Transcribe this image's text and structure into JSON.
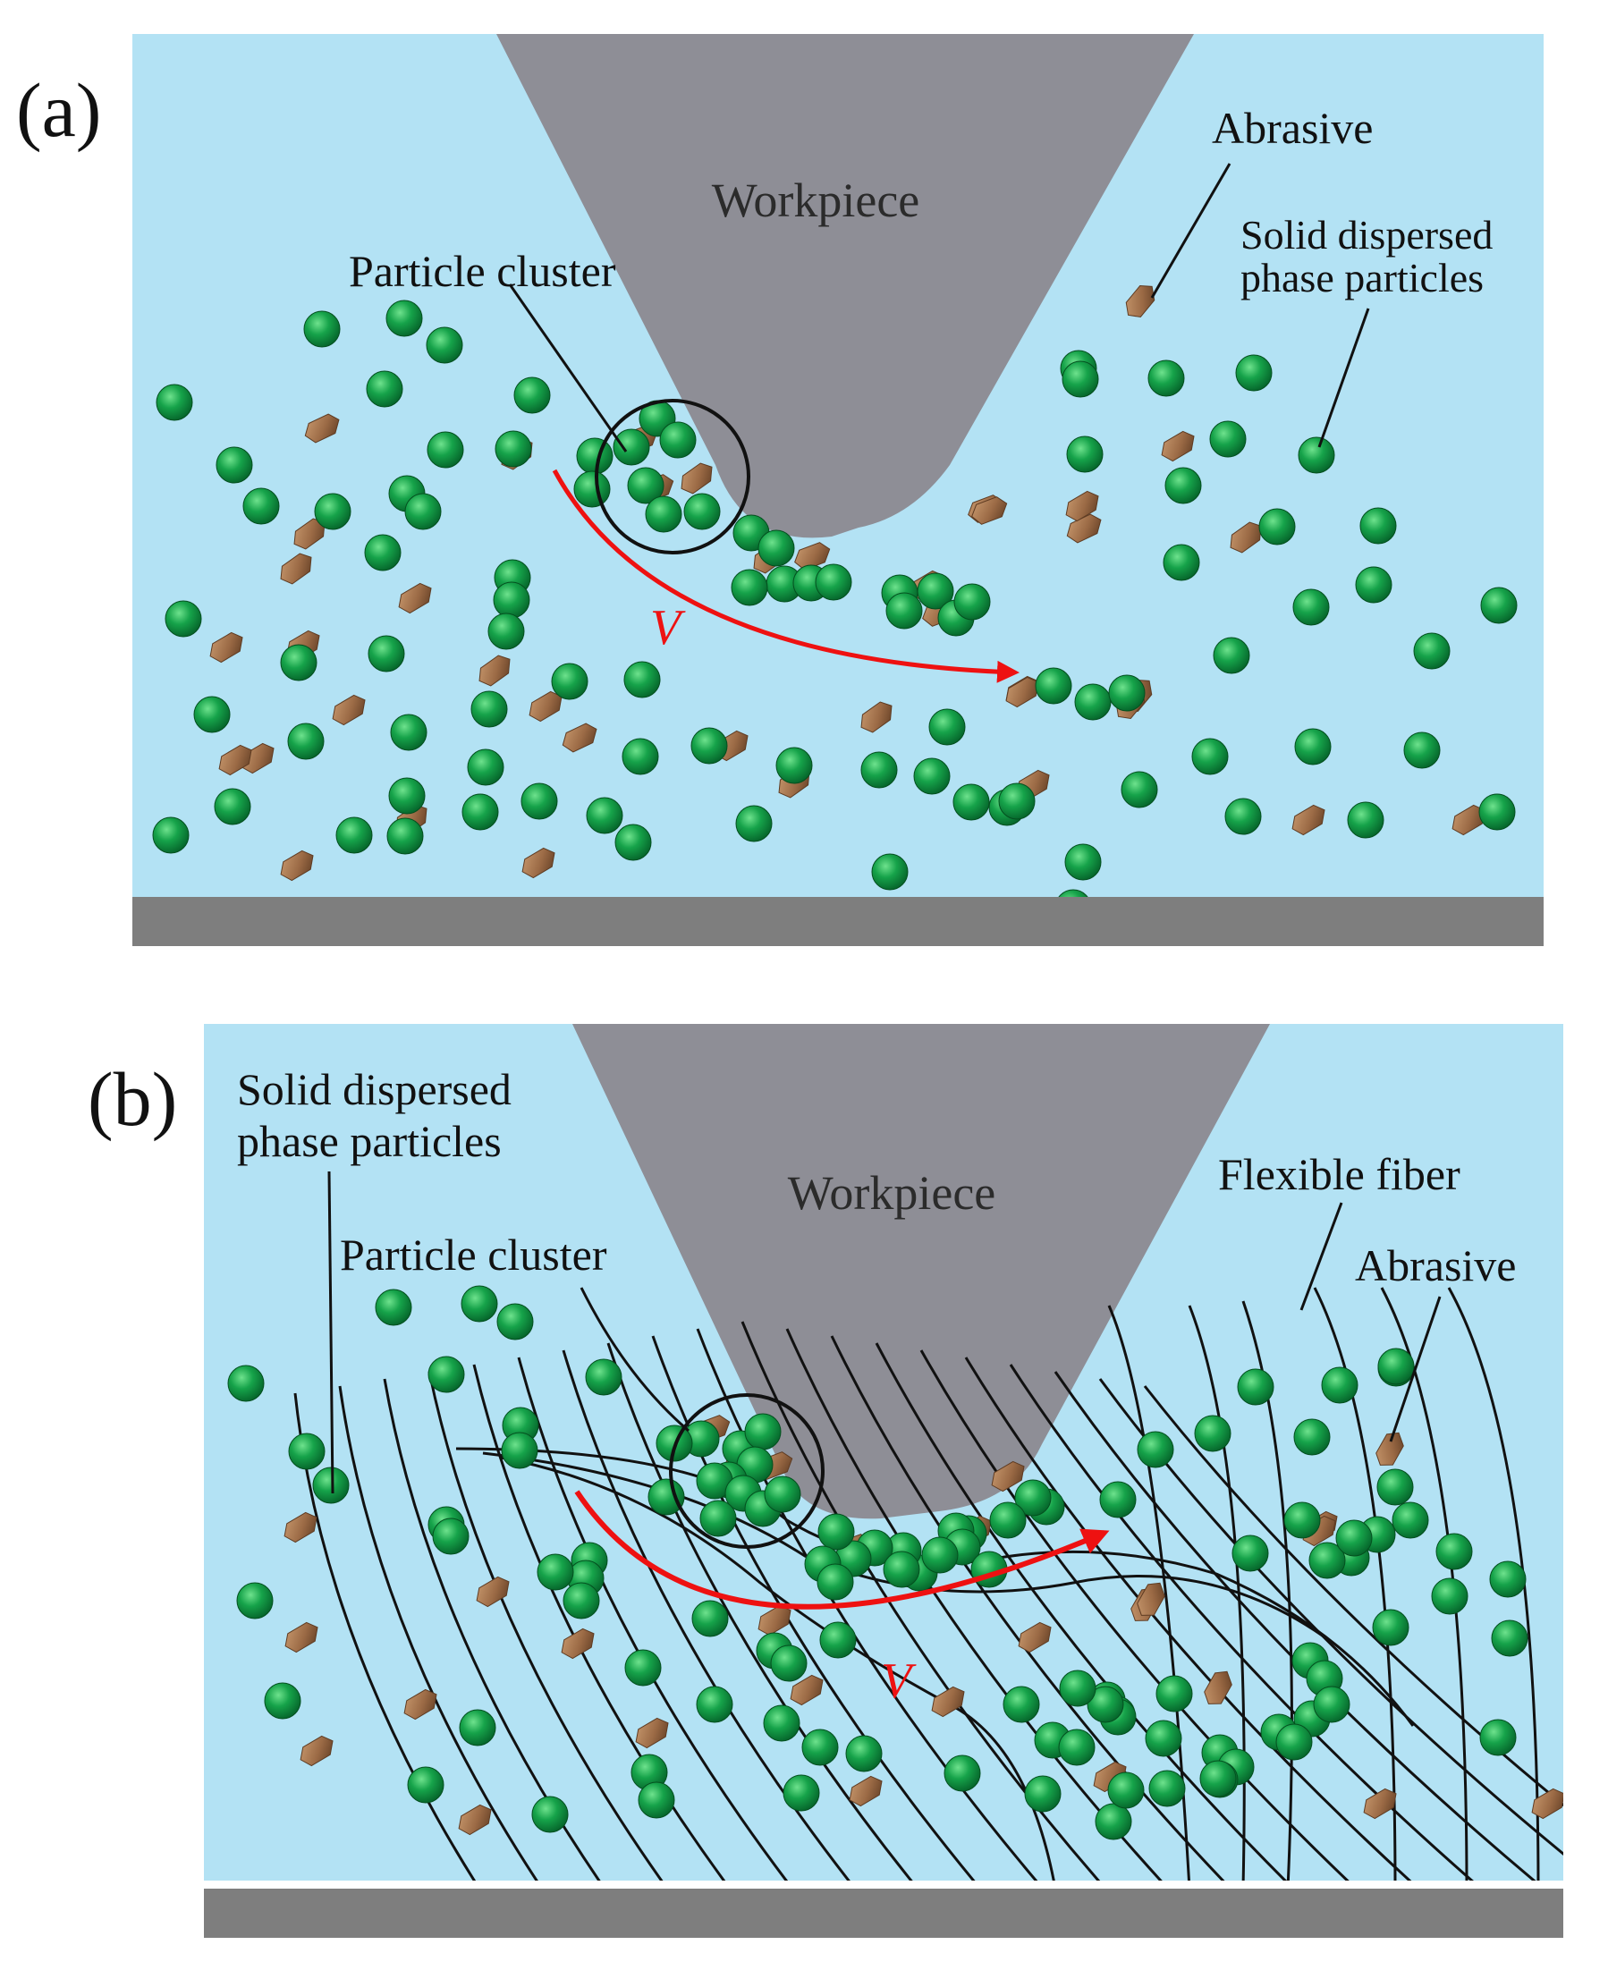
{
  "colors": {
    "fluid": "#b3e2f4",
    "workpiece": "#8e8e96",
    "base": "#7e7e7e",
    "particle": "#0c8a3c",
    "particle_highlight": "#5fd27f",
    "abrasive": "#9b6a45",
    "abrasive_dark": "#5e3b22",
    "velocity_arrow": "#ee1111",
    "fiber": "#111111",
    "leader_line": "#111111"
  },
  "icons": {
    "particle": "green-sphere",
    "abrasive": "brown-hexagonal-grain"
  },
  "panels": [
    {
      "id": "a",
      "tag": "(a)",
      "workpiece_label": "Workpiece",
      "particle_cluster_label": "Particle cluster",
      "abrasive_label": "Abrasive",
      "solid_particles_label": [
        "Solid dispersed",
        "phase particles"
      ],
      "velocity_label": "V",
      "has_flexible_fiber": false
    },
    {
      "id": "b",
      "tag": "(b)",
      "workpiece_label": "Workpiece",
      "particle_cluster_label": "Particle cluster",
      "abrasive_label": "Abrasive",
      "solid_particles_label": [
        "Solid dispersed",
        "phase particles"
      ],
      "flexible_fiber_label": "Flexible fiber",
      "velocity_label": "V",
      "has_flexible_fiber": true
    }
  ]
}
